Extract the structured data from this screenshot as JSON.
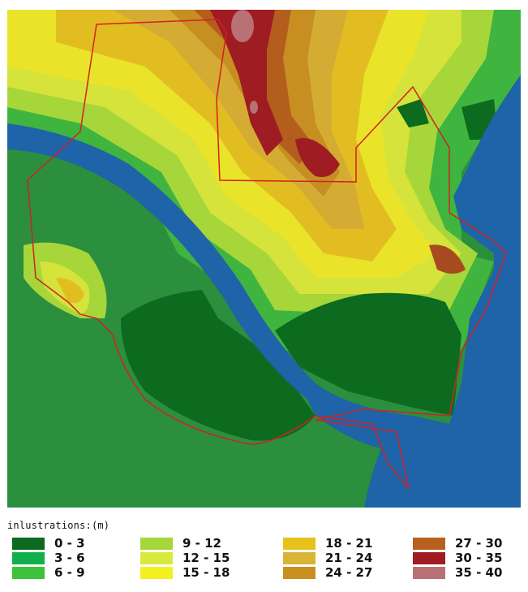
{
  "legend": {
    "title": "inlustrations:(m)",
    "columns": [
      [
        {
          "label": "0 - 3",
          "color": "#0c6b1e"
        },
        {
          "label": "3 - 6",
          "color": "#12b04a"
        },
        {
          "label": "6 - 9",
          "color": "#3dc23c"
        }
      ],
      [
        {
          "label": "9 - 12",
          "color": "#a6d63a"
        },
        {
          "label": "12 - 15",
          "color": "#d7ea3c"
        },
        {
          "label": "15 - 18",
          "color": "#f2f01e"
        }
      ],
      [
        {
          "label": "18 - 21",
          "color": "#e8c21c"
        },
        {
          "label": "21 - 24",
          "color": "#d9b436"
        },
        {
          "label": "24 - 27",
          "color": "#c99020"
        }
      ],
      [
        {
          "label": "27 - 30",
          "color": "#b8601e"
        },
        {
          "label": "30 - 35",
          "color": "#a01c22"
        },
        {
          "label": "35 - 40",
          "color": "#b87276"
        }
      ]
    ]
  },
  "map": {
    "water_color": "#1f63a8",
    "boundary_color": "#d42020"
  }
}
